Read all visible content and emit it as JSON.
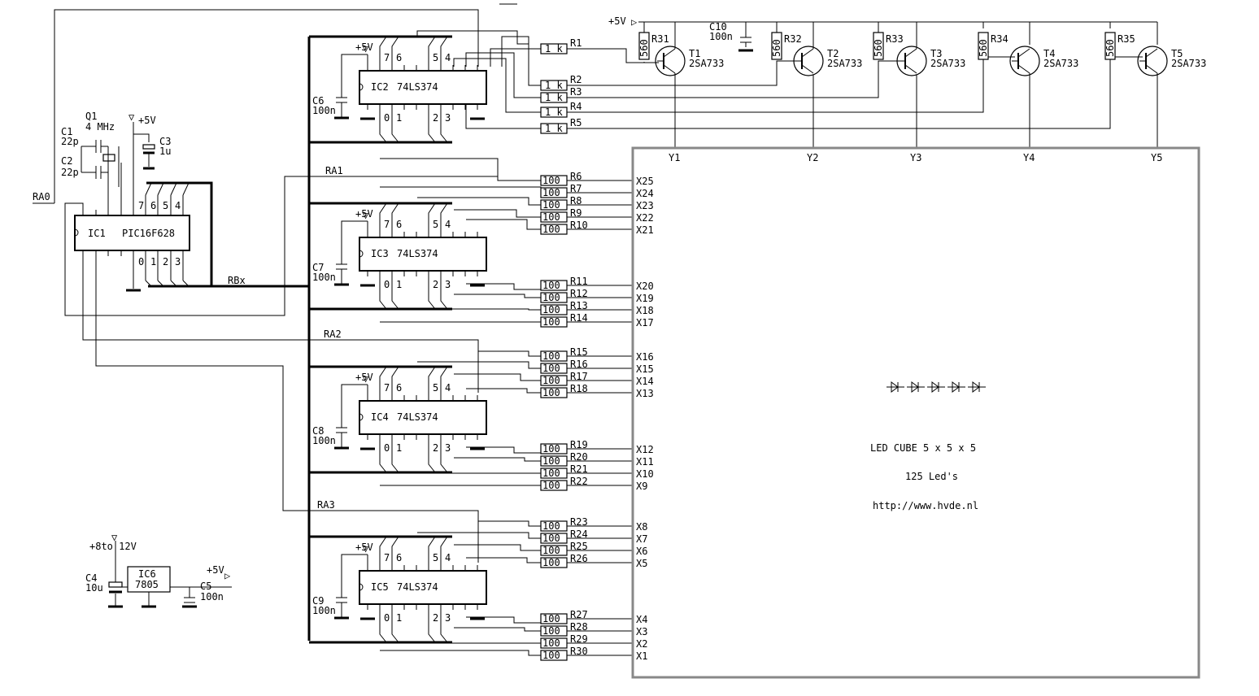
{
  "supply_label": "+5V",
  "input_supply_label": "+8to 12V",
  "mcu": {
    "ref": "IC1",
    "part": "PIC16F628",
    "pins_top": [
      "7",
      "6",
      "5",
      "4"
    ],
    "pins_bottom": [
      "0",
      "1",
      "2",
      "3"
    ]
  },
  "crystal": {
    "ref": "Q1",
    "value": "4 MHz"
  },
  "caps": [
    {
      "ref": "C1",
      "value": "22p"
    },
    {
      "ref": "C2",
      "value": "22p"
    },
    {
      "ref": "C3",
      "value": "1u"
    },
    {
      "ref": "C4",
      "value": "10u"
    },
    {
      "ref": "C5",
      "value": "100n"
    },
    {
      "ref": "C6",
      "value": "100n"
    },
    {
      "ref": "C7",
      "value": "100n"
    },
    {
      "ref": "C8",
      "value": "100n"
    },
    {
      "ref": "C9",
      "value": "100n"
    },
    {
      "ref": "C10",
      "value": "100n"
    }
  ],
  "regulator": {
    "ref": "IC6",
    "part": "7805"
  },
  "net_labels": {
    "ra0": "RA0",
    "ra1": "RA1",
    "ra2": "RA2",
    "ra3": "RA3",
    "rbx": "RBx"
  },
  "latches": [
    {
      "ref": "IC2",
      "part": "74LS374"
    },
    {
      "ref": "IC3",
      "part": "74LS374"
    },
    {
      "ref": "IC4",
      "part": "74LS374"
    },
    {
      "ref": "IC5",
      "part": "74LS374"
    }
  ],
  "latch_pins_top": [
    "7",
    "6",
    "5",
    "4"
  ],
  "latch_pins_bottom": [
    "0",
    "1",
    "2",
    "3"
  ],
  "base_resistors": [
    {
      "ref": "R1",
      "value": "1 k"
    },
    {
      "ref": "R2",
      "value": "1 k"
    },
    {
      "ref": "R3",
      "value": "1 k"
    },
    {
      "ref": "R4",
      "value": "1 k"
    },
    {
      "ref": "R5",
      "value": "1 k"
    }
  ],
  "pullups": [
    {
      "ref": "R31",
      "value": "560"
    },
    {
      "ref": "R32",
      "value": "560"
    },
    {
      "ref": "R33",
      "value": "560"
    },
    {
      "ref": "R34",
      "value": "560"
    },
    {
      "ref": "R35",
      "value": "560"
    }
  ],
  "transistors": [
    {
      "ref": "T1",
      "part": "2SA733"
    },
    {
      "ref": "T2",
      "part": "2SA733"
    },
    {
      "ref": "T3",
      "part": "2SA733"
    },
    {
      "ref": "T4",
      "part": "2SA733"
    },
    {
      "ref": "T5",
      "part": "2SA733"
    }
  ],
  "layer_labels": [
    "Y1",
    "Y2",
    "Y3",
    "Y4",
    "Y5"
  ],
  "column_resistor_value": "100",
  "column_resistor_refs": [
    "R6",
    "R7",
    "R8",
    "R9",
    "R10",
    "R11",
    "R12",
    "R13",
    "R14",
    "R15",
    "R16",
    "R17",
    "R18",
    "R19",
    "R20",
    "R21",
    "R22",
    "R23",
    "R24",
    "R25",
    "R26",
    "R27",
    "R28",
    "R29",
    "R30"
  ],
  "column_labels": [
    "X25",
    "X24",
    "X23",
    "X22",
    "X21",
    "X20",
    "X19",
    "X18",
    "X17",
    "X16",
    "X15",
    "X14",
    "X13",
    "X12",
    "X11",
    "X10",
    "X9",
    "X8",
    "X7",
    "X6",
    "X5",
    "X4",
    "X3",
    "X2",
    "X1"
  ],
  "cube": {
    "title": "LED CUBE  5 x 5 x 5",
    "subtitle": "125 Led's",
    "url": "http://www.hvde.nl"
  }
}
